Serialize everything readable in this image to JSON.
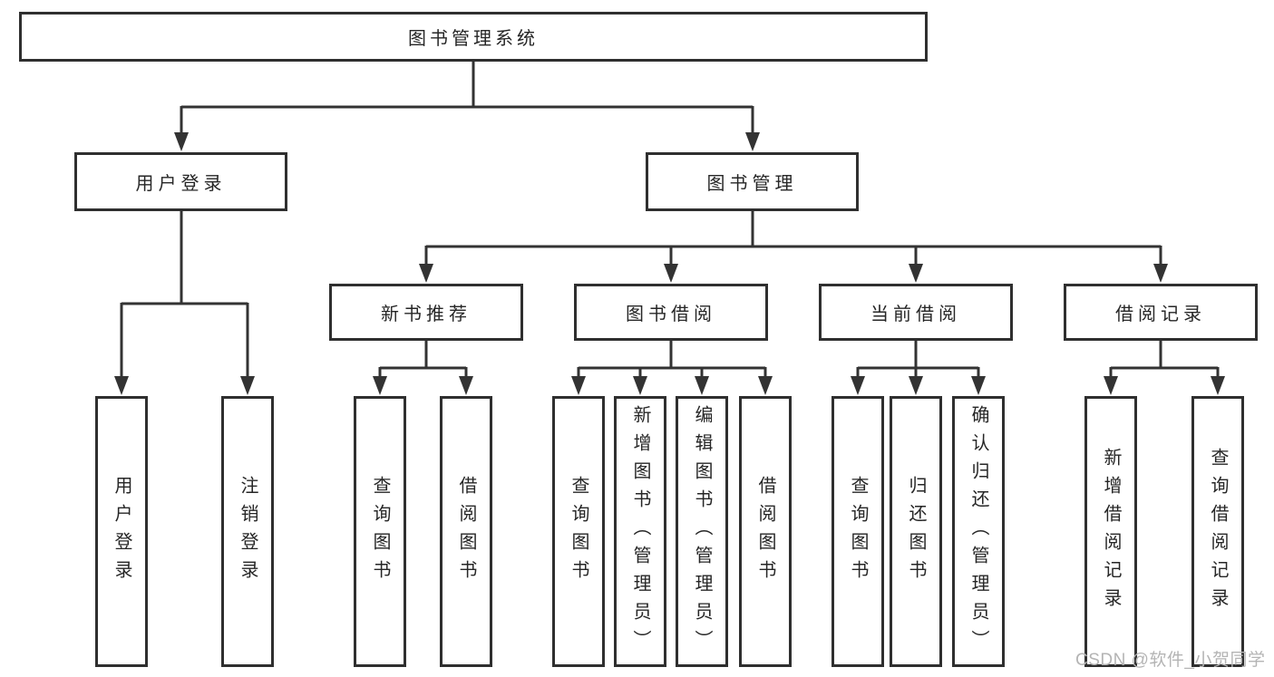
{
  "tree": {
    "root": "图书管理系统",
    "children": [
      {
        "label": "用户登录",
        "children": [
          {
            "label": "用户登录"
          },
          {
            "label": "注销登录"
          }
        ]
      },
      {
        "label": "图书管理",
        "children": [
          {
            "label": "新书推荐",
            "children": [
              {
                "label": "查询图书"
              },
              {
                "label": "借阅图书"
              }
            ]
          },
          {
            "label": "图书借阅",
            "children": [
              {
                "label": "查询图书"
              },
              {
                "label": "新增图书（管理员）"
              },
              {
                "label": "编辑图书（管理员）"
              },
              {
                "label": "借阅图书"
              }
            ]
          },
          {
            "label": "当前借阅",
            "children": [
              {
                "label": "查询图书"
              },
              {
                "label": "归还图书"
              },
              {
                "label": "确认归还（管理员）"
              }
            ]
          },
          {
            "label": "借阅记录",
            "children": [
              {
                "label": "新增借阅记录"
              },
              {
                "label": "查询借阅记录"
              }
            ]
          }
        ]
      }
    ]
  },
  "watermark": {
    "text": "CSDN @软件_小贺同学"
  },
  "colors": {
    "background": "#ffffff",
    "box_border": "#2f2f2f",
    "line": "#333333",
    "text": "#262626",
    "watermark": "#b4b4b4"
  }
}
